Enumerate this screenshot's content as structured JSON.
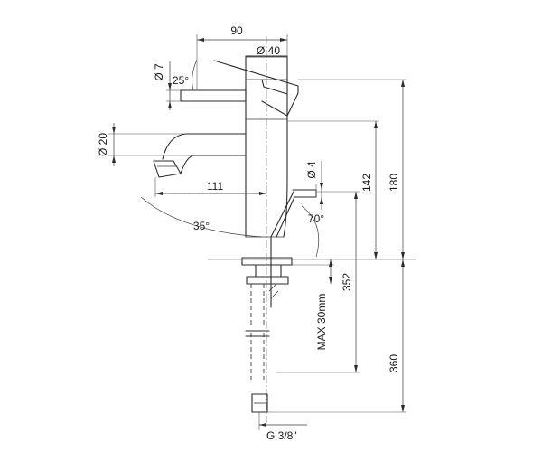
{
  "dimensions": {
    "width_total": "90",
    "body_diameter": "Ø 40",
    "lever_diameter": "Ø 7",
    "lever_angle": "25°",
    "spout_diameter": "Ø 20",
    "spout_reach": "111",
    "spout_angle": "35°",
    "pop_up_diameter": "Ø 4",
    "pop_up_angle": "70°",
    "height_upper": "142",
    "height_body": "180",
    "pop_up_rod_length": "352",
    "max_deck": "MAX 30mm",
    "height_lower": "360",
    "connection_thread": "G 3/8\""
  }
}
